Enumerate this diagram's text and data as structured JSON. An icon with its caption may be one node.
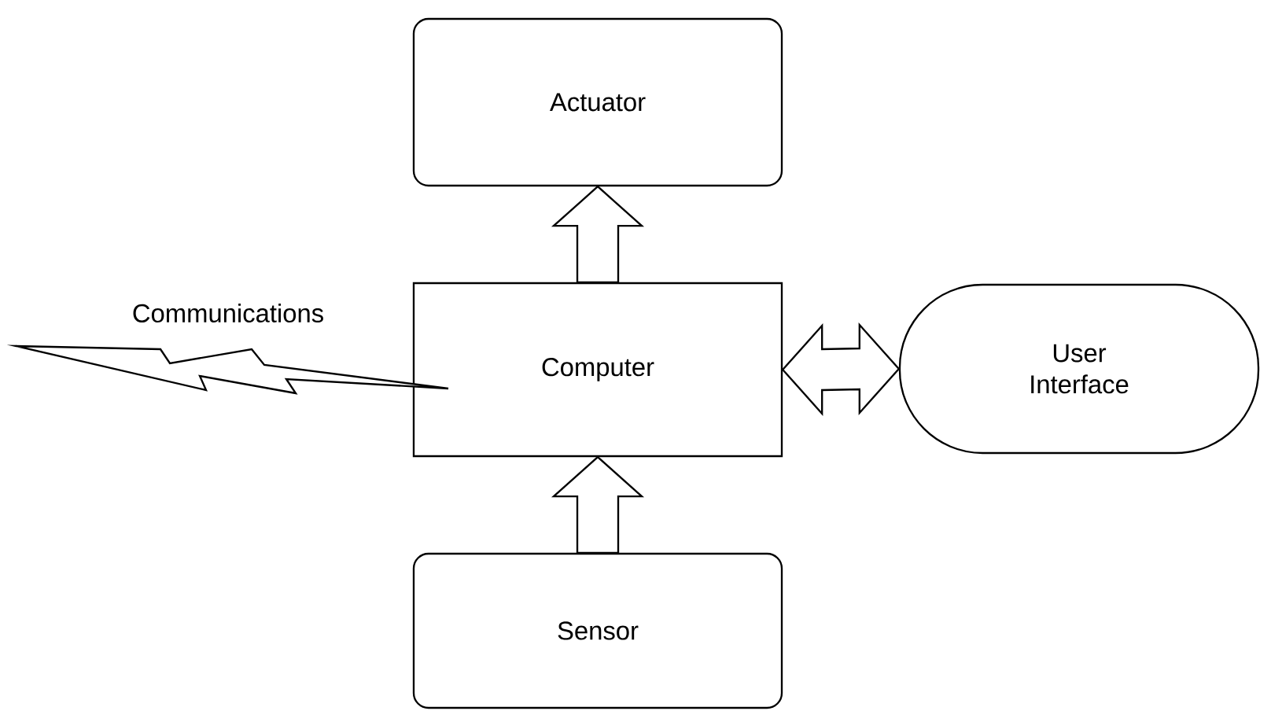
{
  "diagram": {
    "nodes": [
      {
        "text": [
          "Actuator"
        ]
      },
      {
        "text": [
          "Computer"
        ]
      },
      {
        "text": [
          "User Interface"
        ]
      },
      {
        "text": [
          "Sensor"
        ]
      }
    ],
    "edges": [
      {
        "from": 1,
        "to": 0,
        "arrow": "to"
      },
      {
        "from": 3,
        "to": 1,
        "arrow": "to"
      },
      {
        "from": 1,
        "to": 2,
        "arrow": "both"
      }
    ],
    "labels": [
      "Communications"
    ]
  }
}
